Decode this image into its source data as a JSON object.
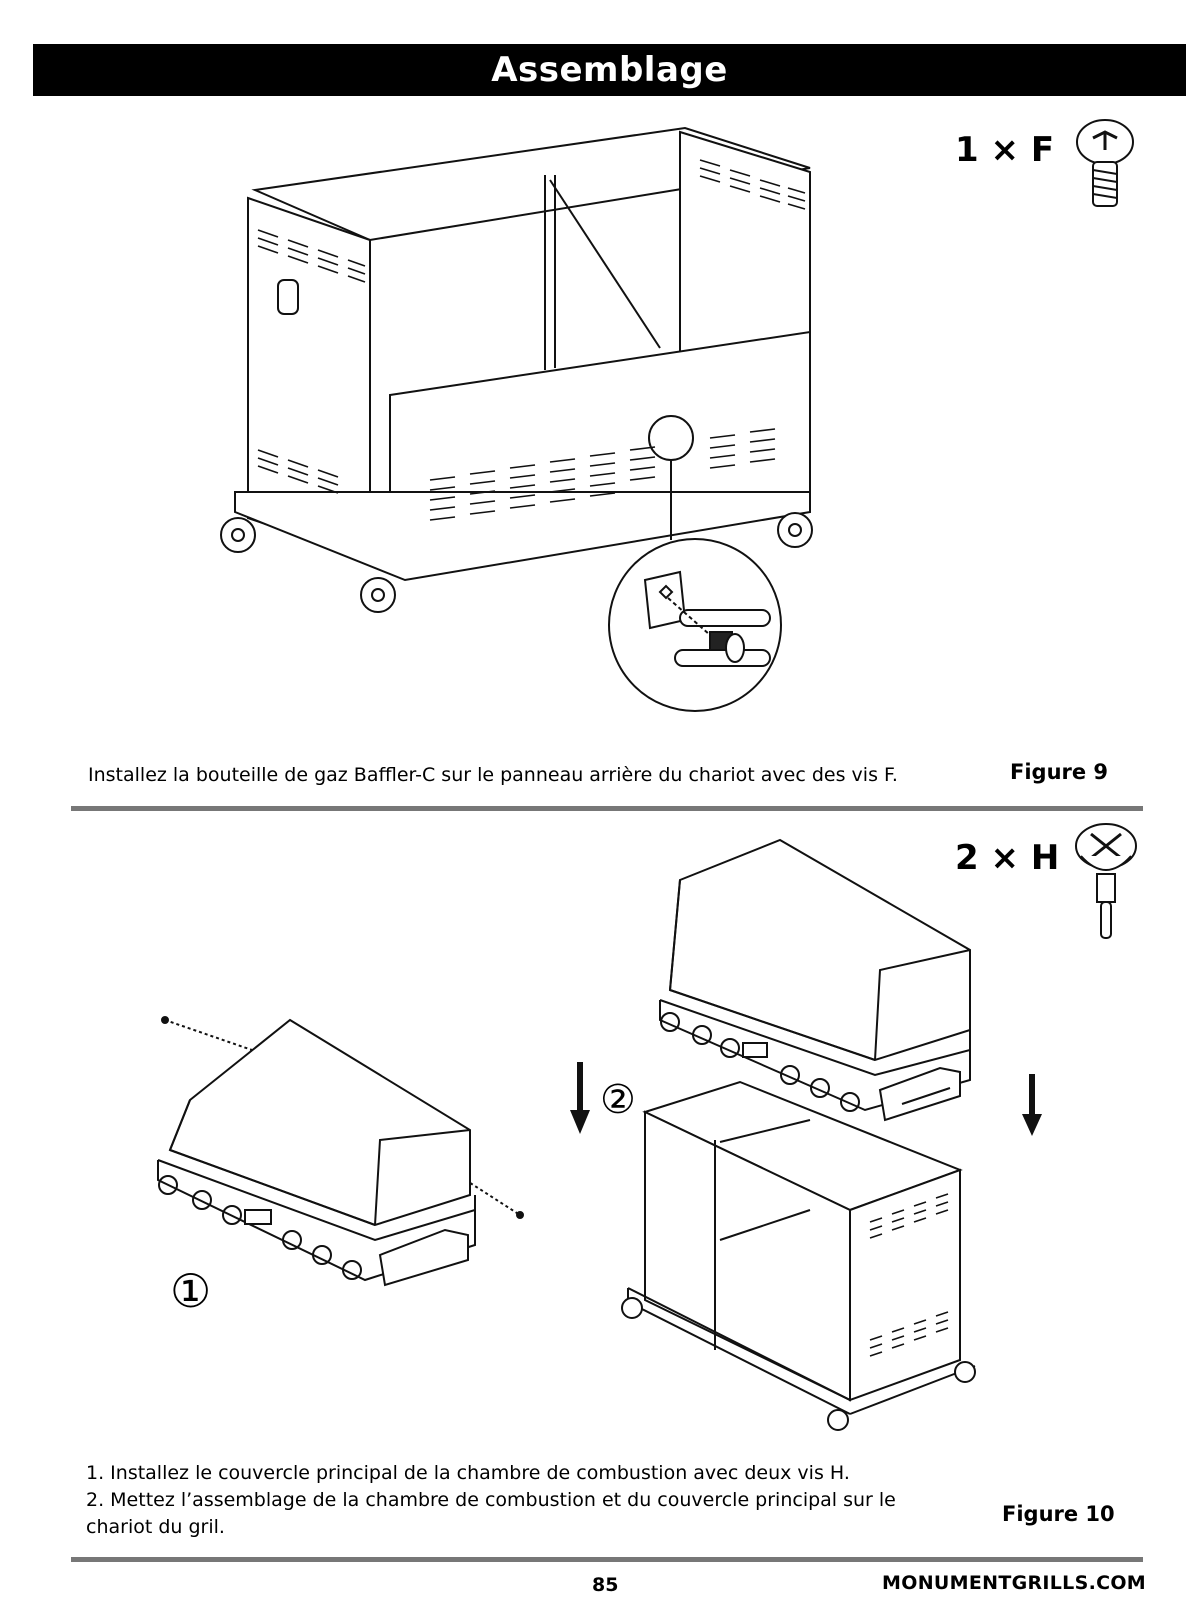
{
  "header": {
    "title": "Assemblage"
  },
  "figure9": {
    "quantity_label": "1 × F",
    "screw_icon": "screw-f-icon",
    "caption": "Installez la bouteille de gaz Baffler-C sur le panneau arrière du chariot avec des vis F.",
    "label": "Figure 9"
  },
  "figure10": {
    "quantity_label": "2 × H",
    "screw_icon": "screw-h-icon",
    "step1_marker": "①",
    "step2_marker": "②",
    "caption_line1": "1. Installez le couvercle principal de la chambre de combustion avec deux vis H.",
    "caption_line2": "2. Mettez l’assemblage de la chambre de combustion et du couvercle principal sur le",
    "caption_line3": "chariot du gril.",
    "label": "Figure 10"
  },
  "footer": {
    "page_number": "85",
    "website": "MONUMENTGRILLS.COM"
  }
}
